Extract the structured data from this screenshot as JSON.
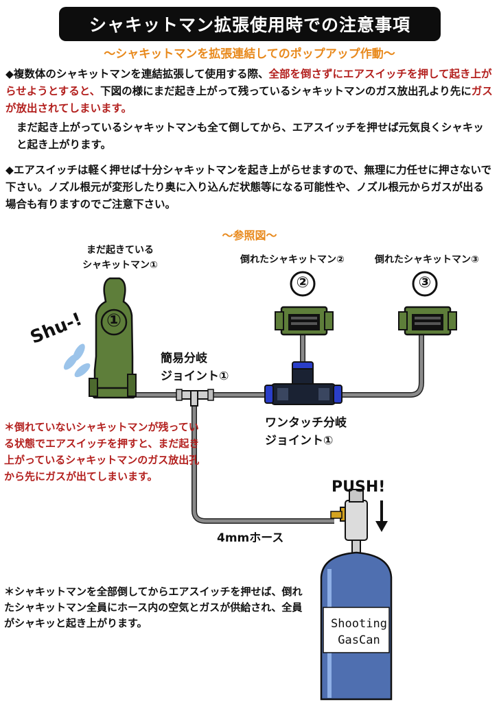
{
  "header": {
    "title": "シャキットマン拡張使用時での注意事項",
    "subtitle": "〜シャキットマンを拡張連結してのポップアップ作動〜"
  },
  "notice1": {
    "bullet": "◆",
    "pre": "複数体のシャキットマンを連結拡張して使用する際、",
    "red1": "全部を倒さずにエアスイッチを押して起き上がらせようとすると、",
    "mid": "下図の様にまだ起き上がって残っているシャキットマンのガス放出孔より先に",
    "red2": "ガスが放出されてしまいます。",
    "follow": "まだ起き上がっているシャキットマンも全て倒してから、エアスイッチを押せば元気良くシャキッと起き上がります。"
  },
  "notice2": {
    "bullet": "◆",
    "text": "エアスイッチは軽く押せば十分シャキットマンを起き上がらせますので、無理に力任せに押さないで下さい。ノズル根元が変形したり奥に入り込んだ状態等になる可能性や、ノズル根元からガスが出る場合も有りますのでご注意下さい。"
  },
  "diagram": {
    "title": "〜参照図〜",
    "standing_label_1": "まだ起きている",
    "standing_label_2": "シャキットマン①",
    "standing_number": "①",
    "shu": "Shu-!",
    "fallen2_label": "倒れたシャキットマン②",
    "fallen2_number": "②",
    "fallen3_label": "倒れたシャキットマン③",
    "fallen3_number": "③",
    "simple_joint_1": "簡易分岐",
    "simple_joint_2": "ジョイント①",
    "onetouch_joint_1": "ワンタッチ分岐",
    "onetouch_joint_2": "ジョイント①",
    "hose_label": "4mmホース",
    "push_label": "PUSH!",
    "can_label_1": "Shooting",
    "can_label_2": "GasCan"
  },
  "warning_note": "＊倒れていないシャキットマンが残っている状態でエアスイッチを押すと、まだ起き上がっているシャキットマンのガス放出孔から先にガスが出てしまいます。",
  "bottom_note": "＊シャキットマンを全部倒してからエアスイッチを押せば、倒れたシャキットマン全員にホース内の空気とガスが供給され、全員がシャキッと起き上がります。",
  "colors": {
    "accent_orange": "#e8891c",
    "warning_red": "#b3201e",
    "target_green": "#5e7e3a",
    "can_blue": "#4f6fb0"
  }
}
